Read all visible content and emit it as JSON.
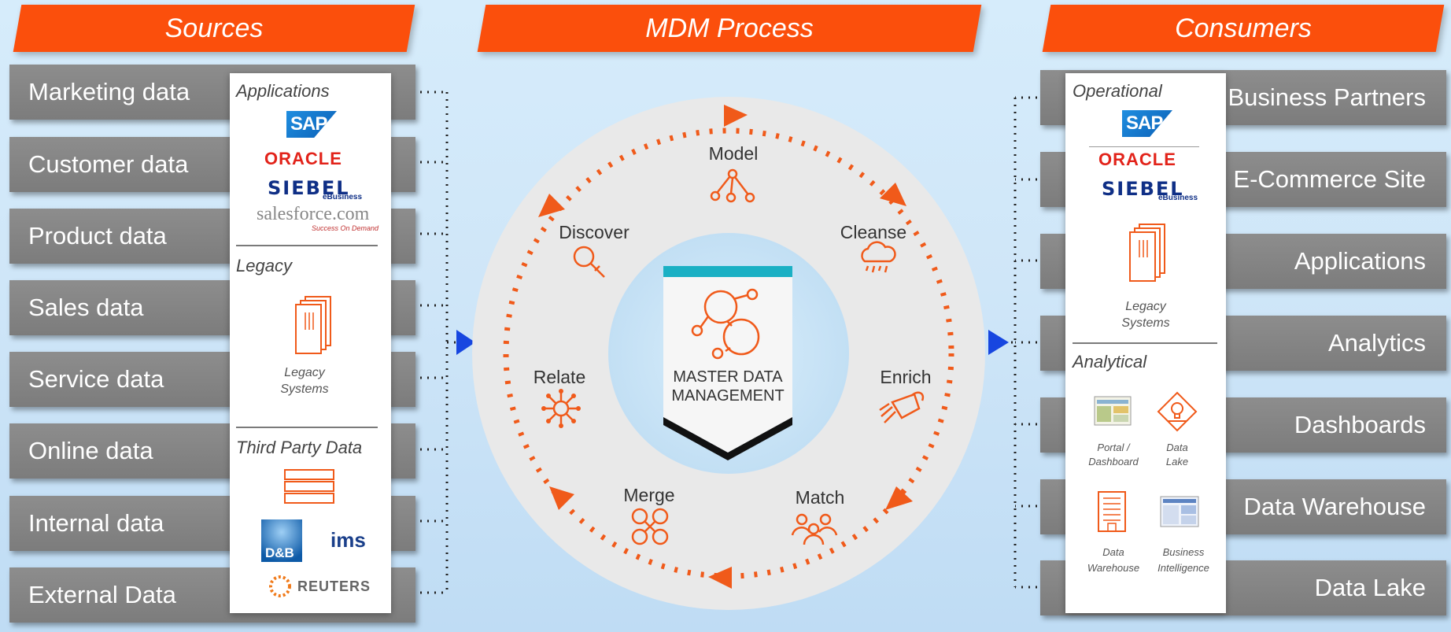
{
  "headers": {
    "sources": "Sources",
    "process": "MDM Process",
    "consumers": "Consumers"
  },
  "sources": {
    "items": [
      "Marketing data",
      "Customer data",
      "Product data",
      "Sales data",
      "Service data",
      "Online data",
      "Internal data",
      "External Data"
    ],
    "card": {
      "applications_title": "Applications",
      "legacy_title": "Legacy",
      "legacy_label_1": "Legacy",
      "legacy_label_2": "Systems",
      "third_party_title": "Third Party Data",
      "logos": {
        "sap": "SAP",
        "oracle": "ORACLE",
        "siebel": "SIEBEL",
        "siebel_sub": "eBusiness",
        "salesforce": "salesforce.com",
        "salesforce_sub": "Success On Demand",
        "dnb": "D&B",
        "ims": "ims",
        "reuters": "REUTERS"
      }
    }
  },
  "process": {
    "steps": {
      "model": "Model",
      "cleanse": "Cleanse",
      "enrich": "Enrich",
      "match": "Match",
      "merge": "Merge",
      "relate": "Relate",
      "discover": "Discover"
    },
    "center_line_1": "MASTER DATA",
    "center_line_2": "MANAGEMENT",
    "accent_color": "#f05a1a",
    "ring_color": "#e9e9e9",
    "teal_color": "#1ab0c4"
  },
  "consumers": {
    "items": [
      "Business Partners",
      "E-Commerce Site",
      "Applications",
      "Analytics",
      "Dashboards",
      "Data Warehouse",
      "Data Lake"
    ],
    "card": {
      "operational_title": "Operational",
      "legacy_label_1": "Legacy",
      "legacy_label_2": "Systems",
      "analytical_title": "Analytical",
      "portal_1": "Portal /",
      "portal_2": "Dashboard",
      "lake_1": "Data",
      "lake_2": "Lake",
      "wh_1": "Data",
      "wh_2": "Warehouse",
      "bi_1": "Business",
      "bi_2": "Intelligence",
      "logos": {
        "sap": "SAP",
        "oracle": "ORACLE",
        "siebel": "SIEBEL",
        "siebel_sub": "eBusiness"
      }
    }
  },
  "colors": {
    "banner": "#fb4f0c",
    "bar": "#858585",
    "arrow": "#1746e0"
  }
}
